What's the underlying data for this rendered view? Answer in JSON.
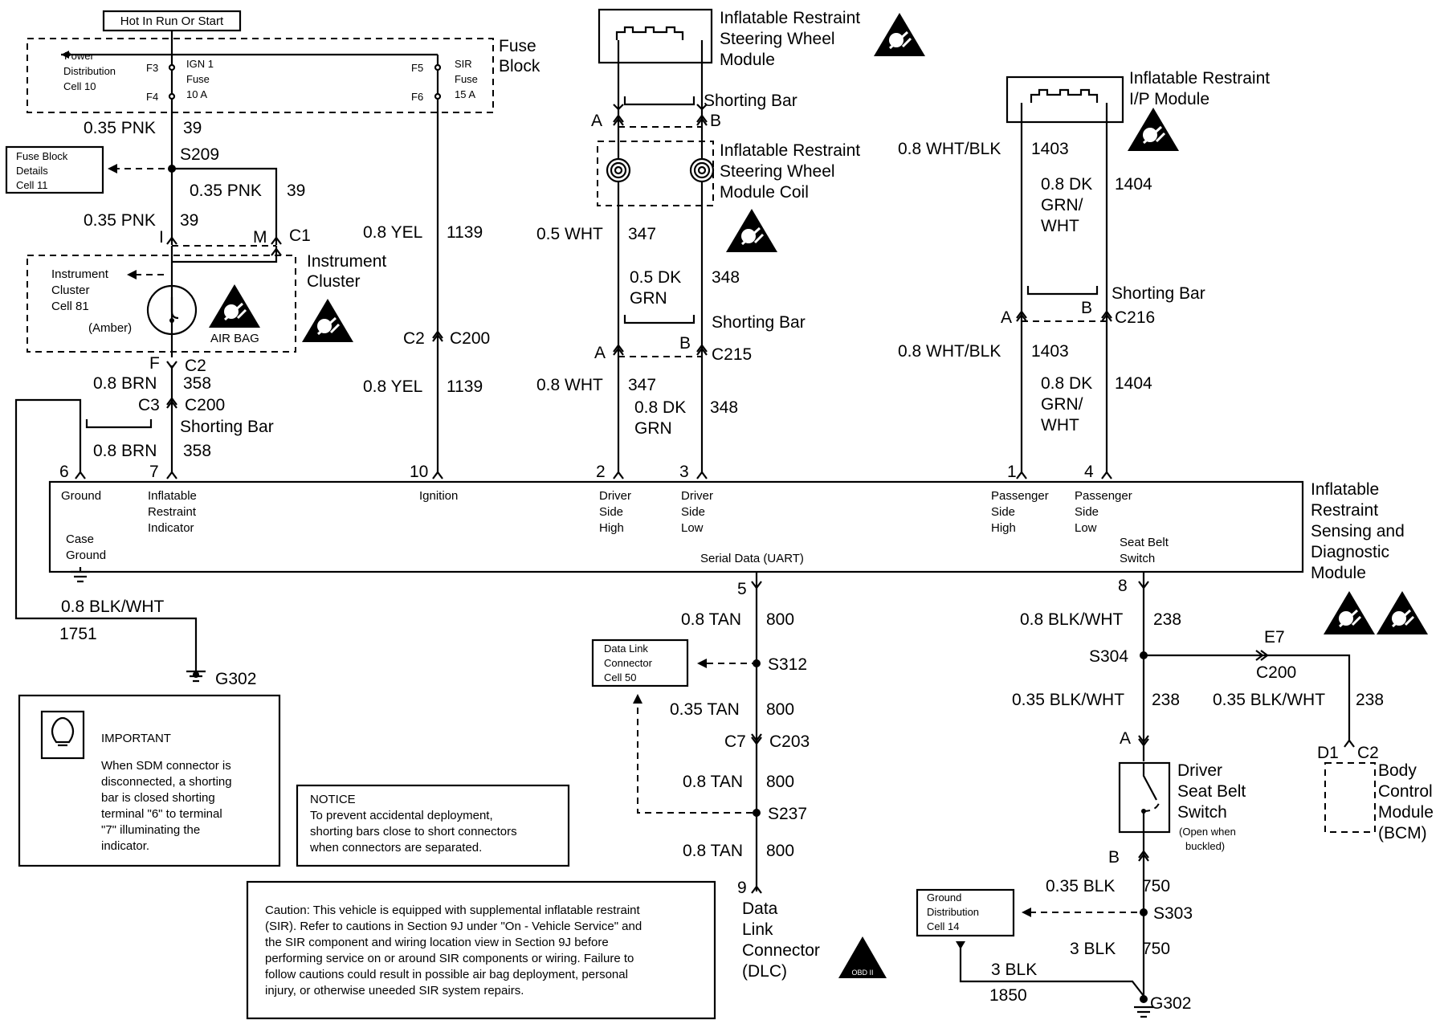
{
  "top": {
    "hot_label": "Hot In Run Or Start",
    "fuse_block_label_1": "Fuse",
    "fuse_block_label_2": "Block",
    "power_dist": [
      "Power",
      "Distribution",
      "Cell 10"
    ],
    "f3": "F3",
    "f4": "F4",
    "f5": "F5",
    "f6": "F6",
    "ign_fuse": [
      "IGN 1",
      "Fuse",
      "10 A"
    ],
    "sir_fuse": [
      "SIR",
      "Fuse",
      "15 A"
    ]
  },
  "left": {
    "w1_gauge": "0.35 PNK",
    "w1_circuit": "39",
    "s209": "S209",
    "fuse_details": [
      "Fuse Block",
      "Details",
      "Cell 11"
    ],
    "w2_gauge": "0.35 PNK",
    "w2_circuit": "39",
    "w3_gauge": "0.35 PNK",
    "w3_circuit": "39",
    "pin_i": "I",
    "pin_m": "M",
    "c1": "C1",
    "cluster_title": [
      "Instrument",
      "Cluster"
    ],
    "cluster_ref": [
      "Instrument",
      "Cluster",
      "Cell 81"
    ],
    "amber": "(Amber)",
    "airbag": "AIR BAG",
    "pin_f": "F",
    "c2": "C2",
    "w4_gauge": "0.8 BRN",
    "w4_circuit": "358",
    "pin_c3": "C3",
    "c200": "C200",
    "shorting_bar": "Shorting Bar",
    "w5_gauge": "0.8 BRN",
    "w5_circuit": "358",
    "ground_wire_gauge": "0.8 BLK/WHT",
    "ground_wire_circuit": "1751",
    "g302": "G302"
  },
  "ignition": {
    "w1_gauge": "0.8 YEL",
    "w1_circuit": "1139",
    "c2": "C2",
    "c200": "C200",
    "w2_gauge": "0.8 YEL",
    "w2_circuit": "1139"
  },
  "steering": {
    "module_title": [
      "Inflatable Restraint",
      "Steering Wheel",
      "Module"
    ],
    "pin_a": "A",
    "pin_b": "B",
    "shorting_bar": "Shorting Bar",
    "coil_title": [
      "Inflatable Restraint",
      "Steering Wheel",
      "Module Coil"
    ],
    "w1_gauge": "0.5 WHT",
    "w1_circuit": "347",
    "w2_gauge": [
      "0.5 DK",
      "GRN"
    ],
    "w2_circuit": "348",
    "shorting_bar2": "Shorting Bar",
    "c215_a": "A",
    "c215_b": "B",
    "c215": "C215",
    "w3_gauge": "0.8 WHT",
    "w3_circuit": "347",
    "w4_gauge": [
      "0.8 DK",
      "GRN"
    ],
    "w4_circuit": "348"
  },
  "passenger": {
    "module_title": [
      "Inflatable Restraint",
      "I/P Module"
    ],
    "w1_gauge": "0.8 WHT/BLK",
    "w1_circuit": "1403",
    "w2_gauge": [
      "0.8 DK",
      "GRN/",
      "WHT"
    ],
    "w2_circuit": "1404",
    "shorting_bar": "Shorting Bar",
    "pin_a": "A",
    "pin_b": "B",
    "c216": "C216",
    "w3_gauge": "0.8 WHT/BLK",
    "w3_circuit": "1403",
    "w4_gauge": [
      "0.8 DK",
      "GRN/",
      "WHT"
    ],
    "w4_circuit": "1404"
  },
  "sdm": {
    "title": [
      "Inflatable",
      "Restraint",
      "Sensing and",
      "Diagnostic",
      "Module"
    ],
    "pins": [
      "6",
      "7",
      "10",
      "2",
      "3",
      "1",
      "4"
    ],
    "ground": "Ground",
    "indicator": [
      "Inflatable",
      "Restraint",
      "Indicator"
    ],
    "ignition": "Ignition",
    "driver_high": [
      "Driver",
      "Side",
      "High"
    ],
    "driver_low": [
      "Driver",
      "Side",
      "Low"
    ],
    "pass_high": [
      "Passenger",
      "Side",
      "High"
    ],
    "pass_low": [
      "Passenger",
      "Side",
      "Low"
    ],
    "case_ground": [
      "Case",
      "Ground"
    ],
    "serial": "Serial Data (UART)",
    "seat_belt": [
      "Seat Belt",
      "Switch"
    ],
    "pin5": "5",
    "pin8": "8"
  },
  "dlc": {
    "w1_gauge": "0.8 TAN",
    "w1_circuit": "800",
    "s312": "S312",
    "dlc_ref": [
      "Data Link",
      "Connector",
      "Cell 50"
    ],
    "w2_gauge": "0.35 TAN",
    "w2_circuit": "800",
    "c7": "C7",
    "c203": "C203",
    "w3_gauge": "0.8 TAN",
    "w3_circuit": "800",
    "s237": "S237",
    "w4_gauge": "0.8 TAN",
    "w4_circuit": "800",
    "pin9": "9",
    "title": [
      "Data",
      "Link",
      "Connector",
      "(DLC)"
    ],
    "obd": "OBD II"
  },
  "seatbelt": {
    "w1_gauge": "0.8 BLK/WHT",
    "w1_circuit": "238",
    "s304": "S304",
    "e7": "E7",
    "c200": "C200",
    "w2_gauge": "0.35 BLK/WHT",
    "w2_circuit": "238",
    "w3_gauge": "0.35 BLK/WHT",
    "w3_circuit": "238",
    "pin_a": "A",
    "switch_title": [
      "Driver",
      "Seat Belt",
      "Switch"
    ],
    "switch_note": [
      "(Open when",
      "buckled)"
    ],
    "d1": "D1",
    "c2": "C2",
    "bcm_title": [
      "Body",
      "Control",
      "Module",
      "(BCM)"
    ],
    "pin_b": "B",
    "w4_gauge": "0.35 BLK",
    "w4_circuit": "750",
    "s303": "S303",
    "ground_dist": [
      "Ground",
      "Distribution",
      "Cell 14"
    ],
    "w5_gauge": "3 BLK",
    "w5_circuit": "750",
    "w6_gauge": "3 BLK",
    "w6_circuit": "1850",
    "g302": "G302"
  },
  "notes": {
    "important_title": "IMPORTANT",
    "important_text": [
      "When SDM connector is",
      "disconnected, a shorting",
      "bar is closed shorting",
      "terminal \"6\" to terminal",
      "\"7\" illuminating the",
      "indicator."
    ],
    "notice_title": "NOTICE",
    "notice_text": [
      "To prevent accidental deployment,",
      "shorting bars close to short connectors",
      "when connectors are separated."
    ],
    "caution_text": [
      "Caution: This vehicle is equipped with supplemental inflatable restraint",
      "(SIR). Refer to cautions in Section 9J under \"On - Vehicle Service\" and",
      "the SIR component and wiring location view in Section 9J before",
      "performing service on or around SIR components or wiring. Failure to",
      "follow cautions could result in possible air bag deployment, personal",
      "injury, or otherwise uneeded SIR system repairs."
    ]
  }
}
